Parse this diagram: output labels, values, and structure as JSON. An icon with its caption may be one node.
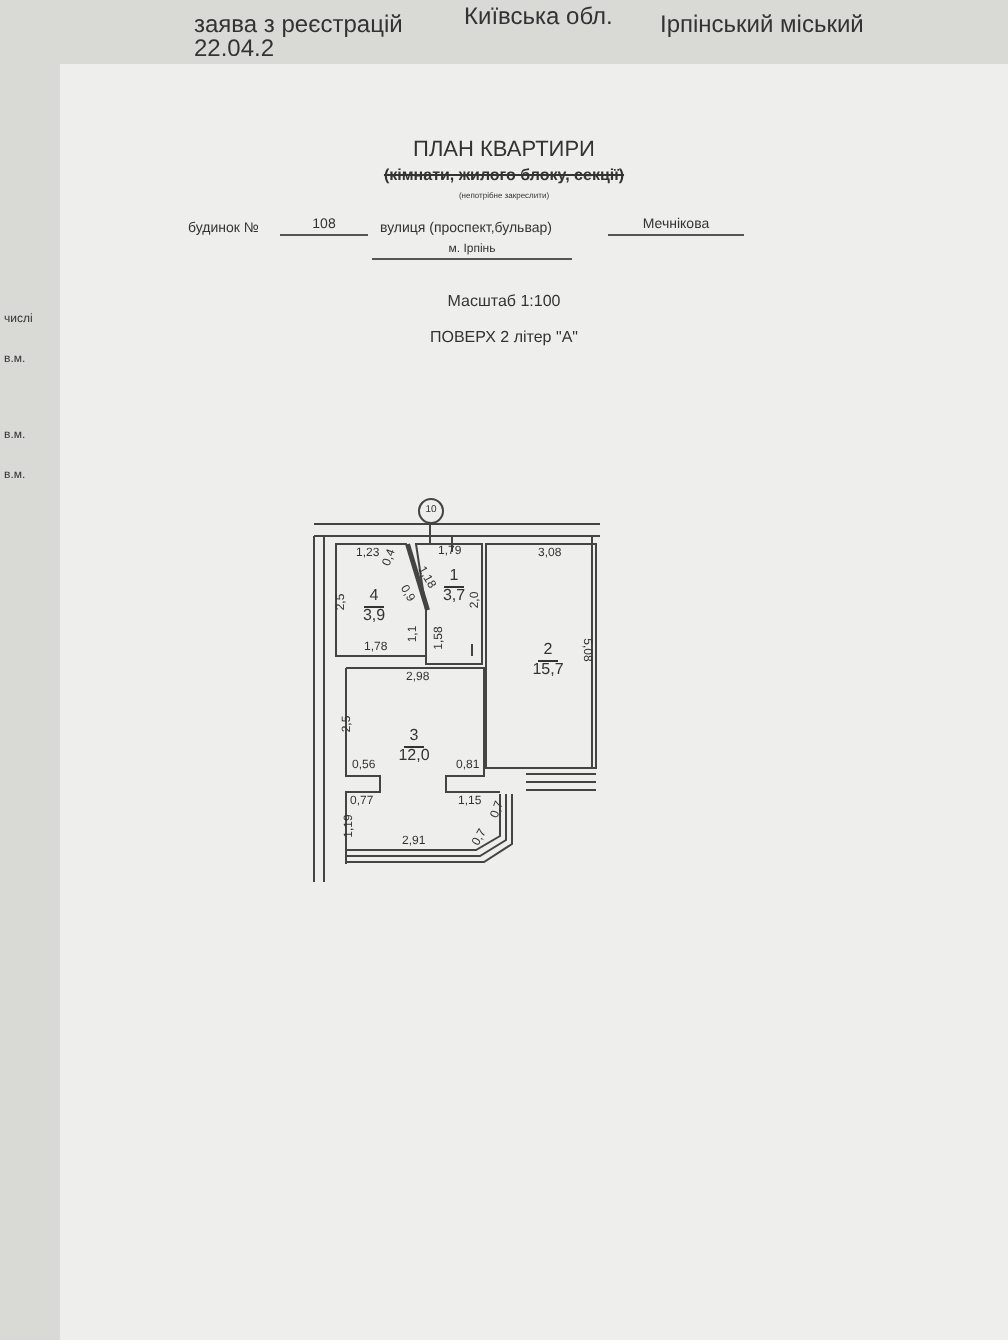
{
  "diagram": {
    "title": "ПЛАН КВАРТИРИ",
    "nodes": [
      {
        "text": [
          "1",
          "3,7"
        ]
      },
      {
        "text": [
          "2",
          "15,7"
        ]
      },
      {
        "text": [
          "3",
          "12,0"
        ]
      },
      {
        "text": [
          "4",
          "3,9"
        ]
      }
    ],
    "labels": [
      "заява з реєстрацій",
      "Київська обл.",
      "Ірпінський міський",
      "22.04.2",
      "(кімнати, жилого блоку, секції)",
      "(непотрібне закреслити)",
      "будинок №",
      "108",
      "вулиця (проспект,бульвар)",
      "Мечнікова",
      "м. Ірпінь",
      "Масштаб 1:100",
      "ПОВЕРХ 2 літер \"А\"",
      "числі",
      "в.м.",
      "в.м.",
      "в.м.",
      "10",
      "1,23",
      "0,4",
      "1,79",
      "3,08",
      "2,5",
      "1,18",
      "0,9",
      "2,0",
      "1,1",
      "1,58",
      "1,78",
      "2,98",
      "5,08",
      "2,5",
      "0,56",
      "0,81",
      "0,77",
      "1,15",
      "0,7",
      "1,19",
      "0,7",
      "2,91"
    ]
  }
}
